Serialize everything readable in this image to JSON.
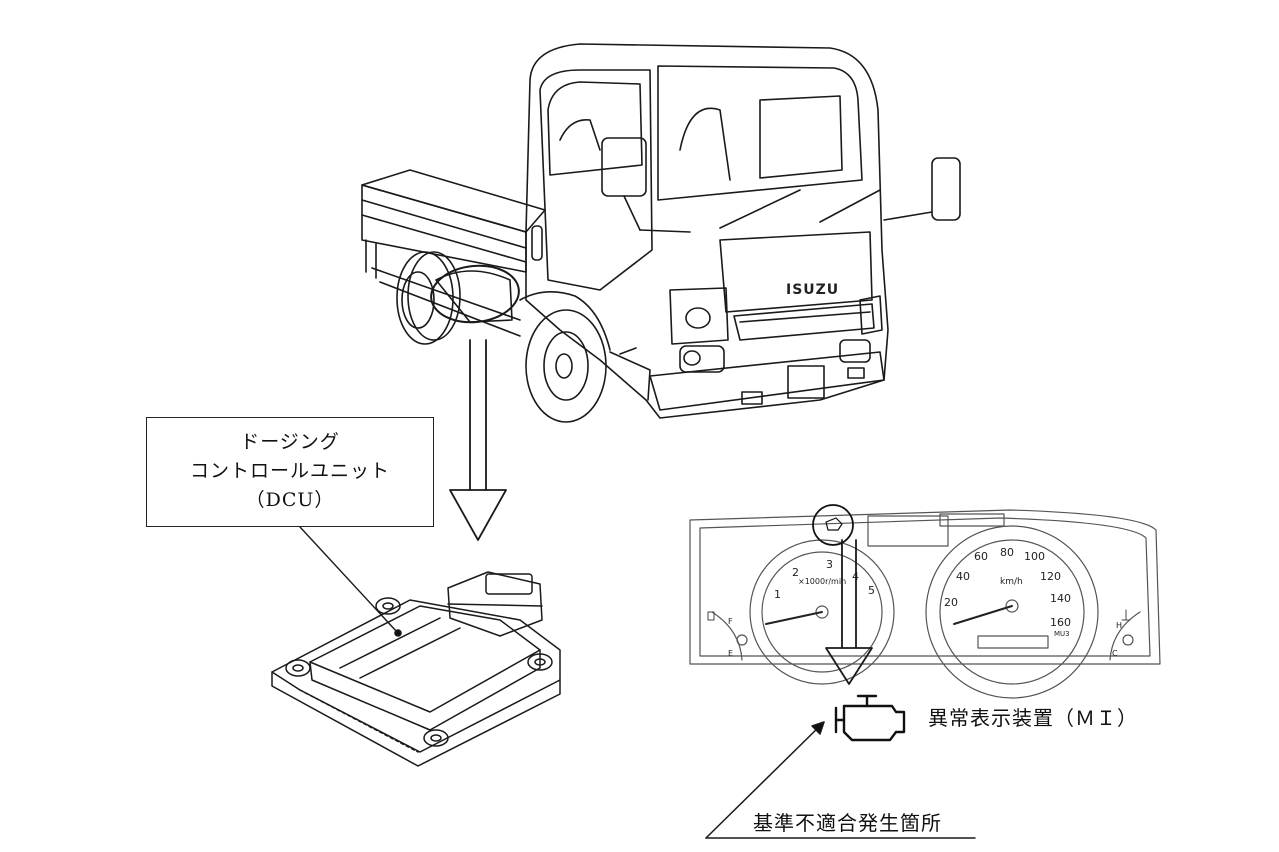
{
  "dcu_label": {
    "line1": "ドージング",
    "line2": "コントロールユニット",
    "line3": "（DCU）"
  },
  "mi_label": "異常表示装置（ＭＩ）",
  "fault_label": "基準不適合発生箇所",
  "truck_brand": "ISUZU",
  "tachometer": {
    "ticks": [
      "1",
      "2",
      "3",
      "4",
      "5"
    ],
    "unit": "×1000r/min"
  },
  "speedometer": {
    "ticks": [
      "20",
      "40",
      "60",
      "80",
      "100",
      "120",
      "140",
      "160"
    ],
    "unit": "km/h",
    "sub": "MU3"
  },
  "fuel_gauge": {
    "full": "F",
    "empty": "E"
  },
  "temp_gauge": {
    "hot": "H",
    "cold": "C"
  },
  "icons": [
    "engine-warning-icon",
    "fuel-pump-icon",
    "coolant-temp-icon"
  ]
}
